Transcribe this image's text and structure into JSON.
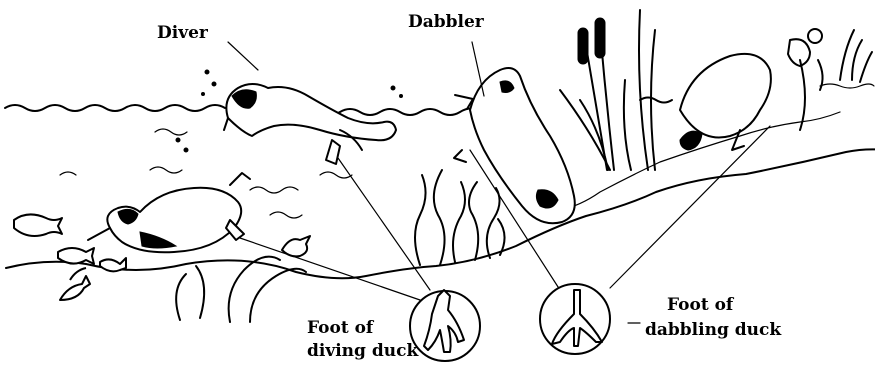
{
  "labels": {
    "diver": "Diver",
    "dabbler": "Dabbler",
    "foot_diving_line1": "Foot of",
    "foot_diving_line2": "diving duck",
    "foot_dabbling_line1": "Foot of",
    "foot_dabbling_line2": "dabbling duck"
  }
}
